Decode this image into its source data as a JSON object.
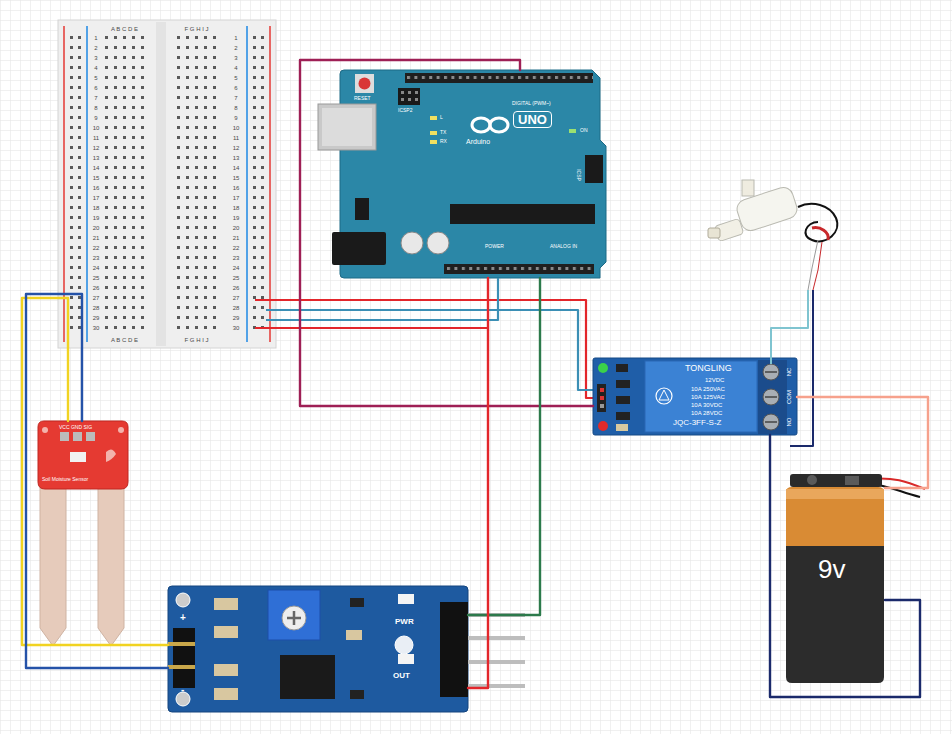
{
  "diagram": {
    "nodes": [
      {
        "text": [
          "RESET",
          "ICSP2",
          "L",
          "TX",
          "RX",
          "Arduino",
          "UNO",
          "ON",
          "ICSP",
          "DIGITAL (PWM~)",
          "POWER",
          "ANALOG IN"
        ]
      },
      {
        "text": [
          "TONGLING",
          "12VDC",
          "10A 250VAC",
          "10A 125VAC",
          "10A 30VDC",
          "10A 28VDC",
          "JQC-3FF-S-Z",
          "NC",
          "COM",
          "NO"
        ]
      },
      {
        "text": [
          "VCC GND SIG",
          "Soil Moisture Sensor"
        ]
      },
      {
        "text": [
          "9v"
        ]
      },
      {
        "text": [
          "+",
          "-",
          "PWR",
          "OUT"
        ]
      }
    ],
    "edges": [
      {
        "from": 0,
        "to": 1,
        "arrow": "none"
      },
      {
        "from": 0,
        "to": 4,
        "arrow": "none"
      },
      {
        "from": 0,
        "to": 4,
        "arrow": "none"
      },
      {
        "from": 4,
        "to": 2,
        "arrow": "none"
      },
      {
        "from": 4,
        "to": 2,
        "arrow": "none"
      },
      {
        "from": 1,
        "to": 3,
        "arrow": "none"
      },
      {
        "from": 1,
        "to": 3,
        "arrow": "none"
      }
    ],
    "labels": [
      "A B C D E",
      "F G H I J",
      "1",
      "2",
      "3",
      "4",
      "5",
      "6",
      "7",
      "8",
      "9",
      "10",
      "11",
      "12",
      "13",
      "14",
      "15",
      "16",
      "17",
      "18",
      "19",
      "20",
      "21",
      "22",
      "23",
      "24",
      "25",
      "26",
      "27",
      "28",
      "29",
      "30",
      "1",
      "2",
      "3",
      "4",
      "5",
      "6",
      "7",
      "8",
      "9",
      "10",
      "11",
      "12",
      "13",
      "14",
      "15",
      "16",
      "17",
      "18",
      "19",
      "20",
      "21",
      "22",
      "23",
      "24",
      "25",
      "26",
      "27",
      "28",
      "29",
      "30",
      "A B C D E",
      "F G H I J"
    ]
  }
}
